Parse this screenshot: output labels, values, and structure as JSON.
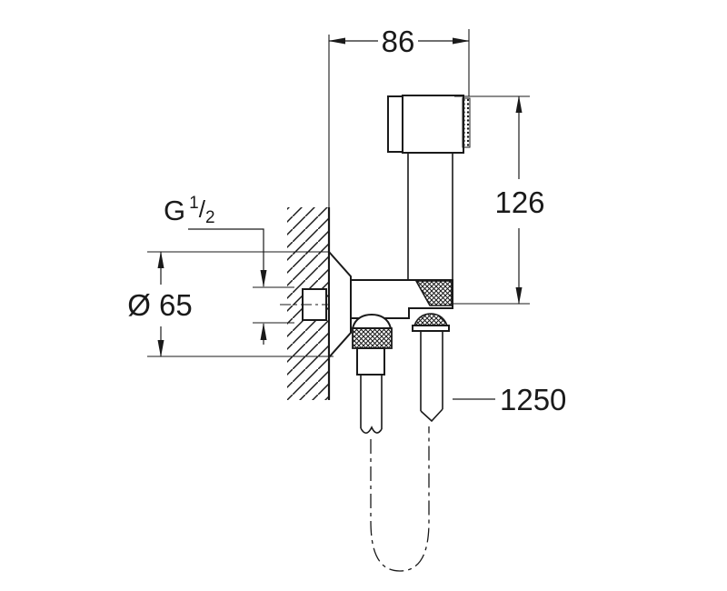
{
  "labels": {
    "width": "86",
    "height": "126",
    "diameter": "Ø 65",
    "hose_length": "1250",
    "thread": {
      "g": "G",
      "numerator": "1",
      "slash": "/",
      "denominator": "2"
    }
  },
  "colors": {
    "line": "#1a1a1a",
    "background": "#ffffff"
  }
}
